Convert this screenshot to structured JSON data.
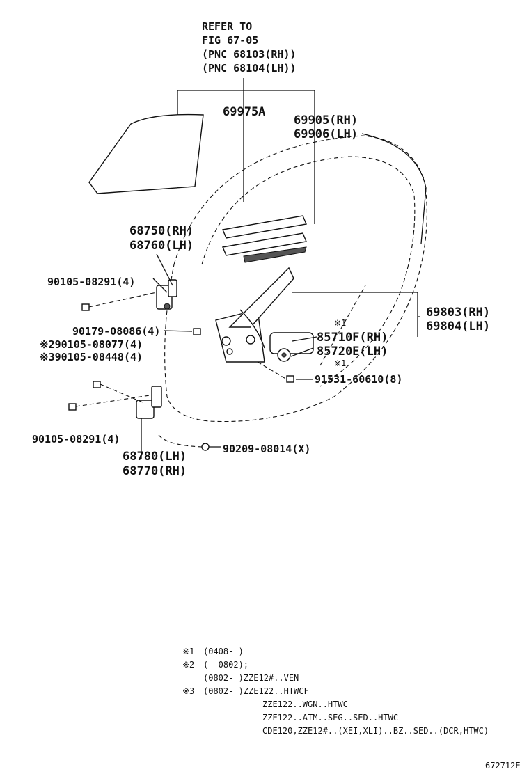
{
  "refer": {
    "line1": "REFER TO",
    "line2": "FIG 67-05",
    "line3": "(PNC 68103(RH))",
    "line4": "(PNC 68104(LH))"
  },
  "labels": {
    "p69975a": "69975A",
    "p69905": "69905(RH)",
    "p69906": "69906(LH)",
    "p68750": "68750(RH)",
    "p68760": "68760(LH)",
    "b90105a": "90105-08291(4)",
    "b90179": "90179-08086(4)",
    "b90105b": "※290105-08077(4)",
    "b90105c": "※390105-08448(4)",
    "p69803": "69803(RH)",
    "p69804": "69804(LH)",
    "mark1a": "※1",
    "p85710": "85710F(RH)",
    "p85720": "85720E(LH)",
    "mark1b": "※1",
    "b91531": "91531-60610(8)",
    "b90105d": "90105-08291(4)",
    "p90209": "90209-08014(X)",
    "p68780": "68780(LH)",
    "p68770": "68770(RH)"
  },
  "notes": [
    {
      "mark": "※1",
      "text": "(0408-     )"
    },
    {
      "mark": "※2",
      "text": "(     -0802);"
    },
    {
      "mark": "",
      "text": "(0802-     )ZZE12#..VEN"
    },
    {
      "mark": "※3",
      "text": "(0802-     )ZZE122..HTWCF"
    },
    {
      "mark": "",
      "text": "ZZE122..WGN..HTWC"
    },
    {
      "mark": "",
      "text": "ZZE122..ATM..SEG..SED..HTWC"
    },
    {
      "mark": "",
      "text": "CDE120,ZZE12#..(XEI,XLI)..BZ..SED..(DCR,HTWC)"
    }
  ],
  "figure_code": "672712E"
}
